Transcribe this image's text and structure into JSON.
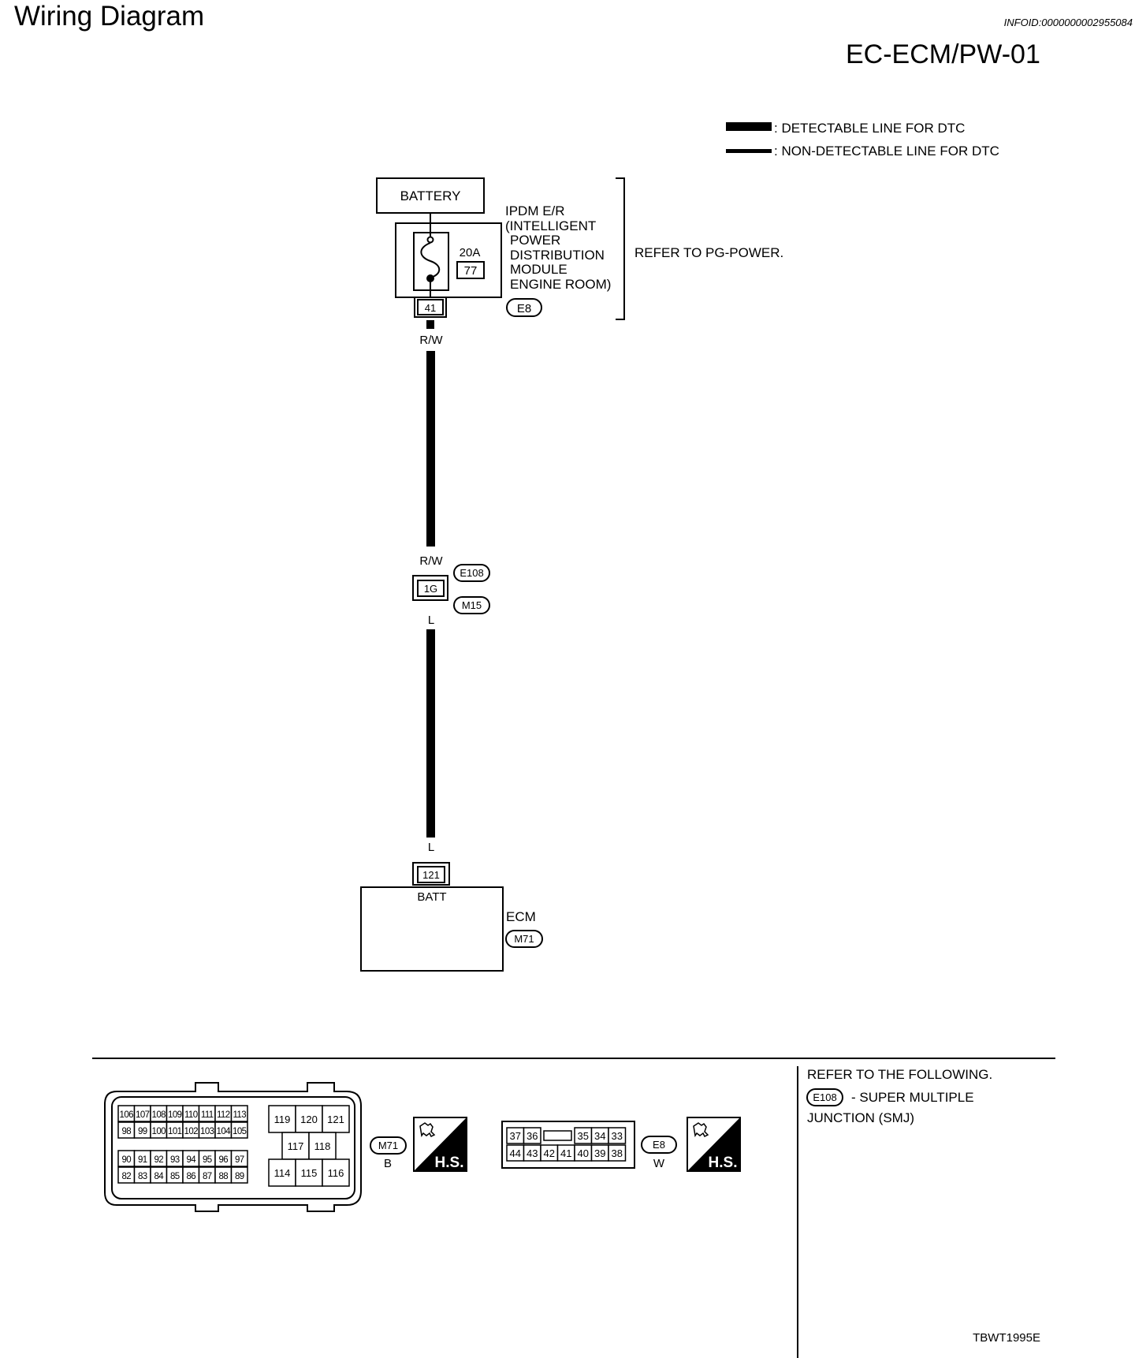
{
  "header": {
    "title": "Wiring Diagram",
    "info_id": "INFOID:0000000002955084",
    "diagram_code": "EC-ECM/PW-01"
  },
  "legend": {
    "detectable": ": DETECTABLE LINE FOR DTC",
    "non_detectable": ": NON-DETECTABLE LINE FOR DTC"
  },
  "ipdm": {
    "battery": "BATTERY",
    "fuse_amp": "20A",
    "fuse_no": "77",
    "name_lines": [
      "IPDM E/R",
      "(INTELLIGENT",
      "POWER",
      "DISTRIBUTION",
      "MODULE",
      "ENGINE ROOM)"
    ],
    "terminal": "41",
    "connector": "E8",
    "refer": "REFER TO PG-POWER."
  },
  "wire": {
    "color_top": "R/W",
    "color_mid_upper": "R/W",
    "color_mid_lower": "L",
    "color_bottom": "L"
  },
  "junction": {
    "terminal": "1G",
    "connector_top": "E108",
    "connector_bottom": "M15"
  },
  "ecm": {
    "terminal": "121",
    "terminal_label": "BATT",
    "name": "ECM",
    "connector": "M71"
  },
  "connectors": {
    "m71": {
      "id": "M71",
      "color": "B",
      "hs": "H.S.",
      "rows": [
        [
          "106",
          "107",
          "108",
          "109",
          "110",
          "111",
          "112",
          "113"
        ],
        [
          "98",
          "99",
          "100",
          "101",
          "102",
          "103",
          "104",
          "105"
        ],
        [
          "90",
          "91",
          "92",
          "93",
          "94",
          "95",
          "96",
          "97"
        ],
        [
          "82",
          "83",
          "84",
          "85",
          "86",
          "87",
          "88",
          "89"
        ]
      ],
      "right_top": [
        "119",
        "120",
        "121"
      ],
      "right_mid": [
        "117",
        "118"
      ],
      "right_bottom": [
        "114",
        "115",
        "116"
      ]
    },
    "e8": {
      "id": "E8",
      "color": "W",
      "hs": "H.S.",
      "top": [
        "37",
        "36",
        "35",
        "34",
        "33"
      ],
      "bottom": [
        "44",
        "43",
        "42",
        "41",
        "40",
        "39",
        "38"
      ]
    }
  },
  "refer_note": {
    "heading": "REFER TO THE FOLLOWING.",
    "connector": "E108",
    "text": "- SUPER MULTIPLE",
    "text2": "JUNCTION (SMJ)"
  },
  "figure_id": "TBWT1995E"
}
